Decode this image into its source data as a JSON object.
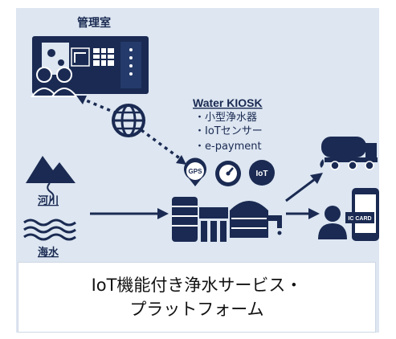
{
  "control_room": {
    "label": "管理室"
  },
  "kiosk": {
    "title": "Water KIOSK",
    "features": [
      "・小型浄水器",
      "・IoTセンサー",
      "・e-payment"
    ]
  },
  "badges": {
    "gps": "GPS",
    "iot": "IoT"
  },
  "sources": {
    "river": "河川",
    "sea": "海水"
  },
  "ic_card": {
    "label": "IC CARD"
  },
  "caption": {
    "line1": "IoT機能付き浄水サービス・",
    "line2": "プラットフォーム"
  },
  "colors": {
    "navy": "#1a2a52",
    "background": "#dde6f1",
    "caption_bg": "#ffffff"
  },
  "icons": [
    "control-room-icon",
    "globe-icon",
    "mountain-icon",
    "sea-waves-icon",
    "gps-pin-icon",
    "gauge-icon",
    "iot-badge-icon",
    "water-filter-icon",
    "water-tank-icon",
    "faucet-icon",
    "tank-truck-icon",
    "person-icon",
    "ic-card-phone-icon"
  ]
}
